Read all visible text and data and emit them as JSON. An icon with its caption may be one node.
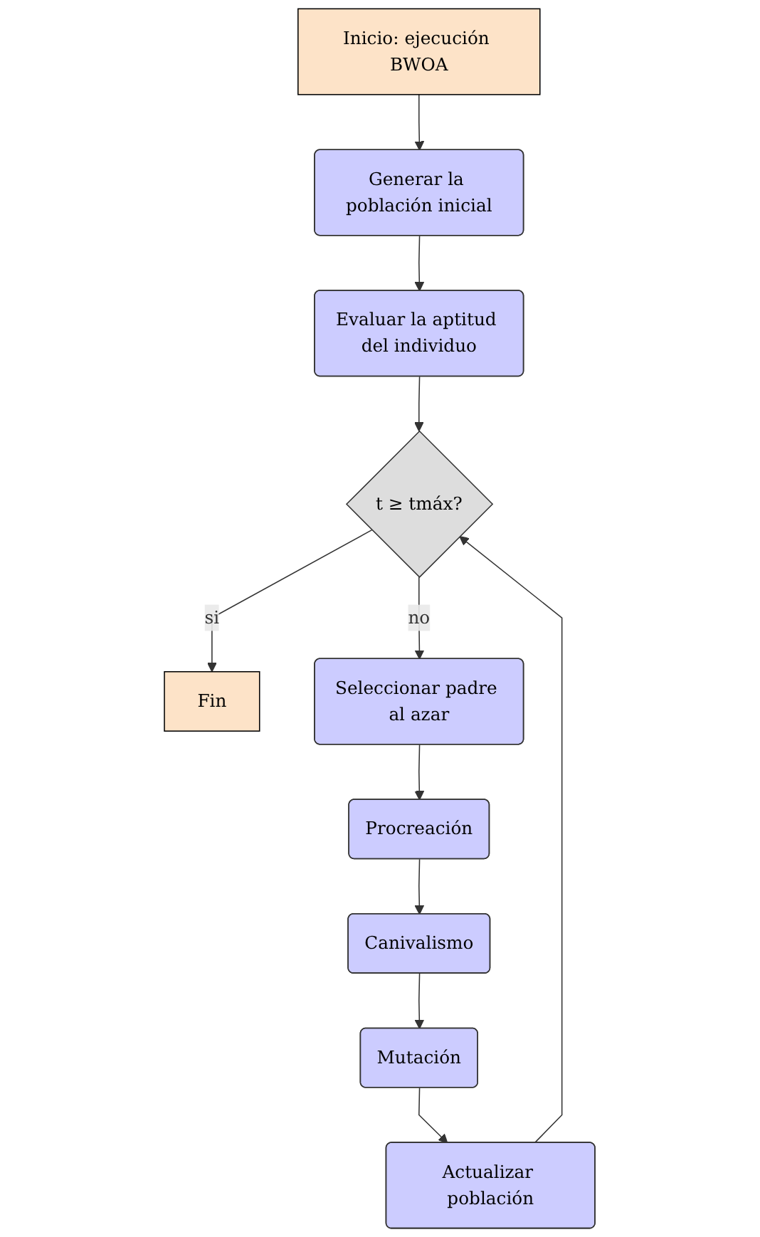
{
  "diagram": {
    "nodes": [
      {
        "text": [
          "Inicio: ejecución BWOA"
        ]
      },
      {
        "text": [
          "Generar la población inicial"
        ]
      },
      {
        "text": [
          "Evaluar la aptitud del individuo"
        ]
      },
      {
        "text": [
          "t ≥ tmáx?"
        ]
      },
      {
        "text": [
          "Fin"
        ]
      },
      {
        "text": [
          "Seleccionar padre al azar"
        ]
      },
      {
        "text": [
          "Procreación"
        ]
      },
      {
        "text": [
          "Canivalismo"
        ]
      },
      {
        "text": [
          "Mutación"
        ]
      },
      {
        "text": [
          "Actualizar población"
        ]
      }
    ],
    "edges": [
      {
        "from": 0,
        "to": 1,
        "arrow": "to"
      },
      {
        "from": 1,
        "to": 2,
        "arrow": "to"
      },
      {
        "from": 2,
        "to": 3,
        "arrow": "to"
      },
      {
        "from": 3,
        "to": 5,
        "arrow": "to",
        "label": "no"
      },
      {
        "from": 3,
        "to": 4,
        "arrow": "to",
        "label": "si"
      },
      {
        "from": 5,
        "to": 6,
        "arrow": "to"
      },
      {
        "from": 6,
        "to": 7,
        "arrow": "to"
      },
      {
        "from": 7,
        "to": 8,
        "arrow": "to"
      },
      {
        "from": 8,
        "to": 9,
        "arrow": "to"
      },
      {
        "from": 9,
        "to": 3,
        "arrow": "to"
      }
    ]
  }
}
